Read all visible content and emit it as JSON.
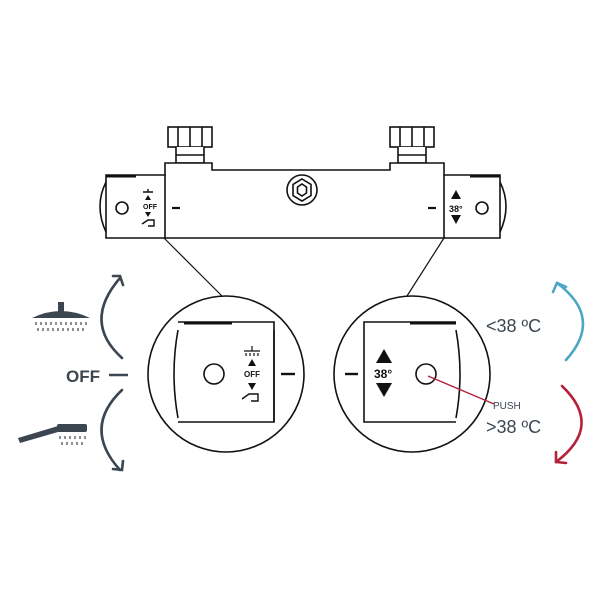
{
  "labels": {
    "off": "OFF",
    "temp_lower": "<38 ºC",
    "temp_higher": ">38 ºC",
    "push": "PUSH",
    "off_small": "OFF",
    "temp_set": "38°"
  },
  "icons": [
    "shower-head-icon",
    "hand-shower-icon",
    "spout-icon",
    "rotate-arrow-icon",
    "up-down-arrow-icon"
  ],
  "colors": {
    "line": "#111111",
    "arrow_grey": "#3c4650",
    "arrow_cold": "#4da6c4",
    "arrow_hot": "#b3213a",
    "push_leader": "#b3213a"
  }
}
